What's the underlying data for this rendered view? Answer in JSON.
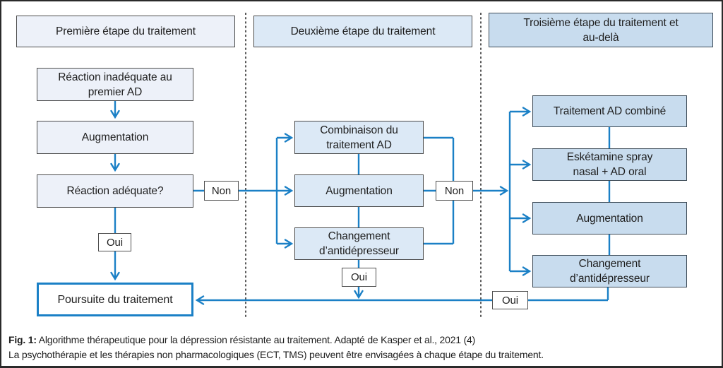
{
  "figure": {
    "caption_fig": "Fig. 1:",
    "caption_line1": "Algorithme thérapeutique pour la dépression résistante au traitement. Adapté de Kasper et al., 2021 (4)",
    "caption_line2": "La psychothérapie et les thérapies non pharmacologiques (ECT, TMS) peuvent être envisagées à chaque étape du traitement."
  },
  "columns": [
    {
      "header": "Première étape du traitement",
      "nodes": [
        "Réaction inadéquate au\npremier AD",
        "Augmentation",
        "Réaction adéquate?"
      ],
      "decision_yes": "Oui",
      "decision_no": "Non",
      "outcome": "Poursuite du traitement"
    },
    {
      "header": "Deuxième étape du traitement",
      "nodes": [
        "Combinaison du\ntraitement AD",
        "Augmentation",
        "Changement\nd’antidépresseur"
      ],
      "decision_yes": "Oui",
      "decision_no": "Non"
    },
    {
      "header": "Troisième étape du traitement et\nau-delà",
      "nodes": [
        "Traitement AD combiné",
        "Eskétamine spray\nnasal + AD oral",
        "Augmentation",
        "Changement\nd’antidépresseur"
      ],
      "decision_yes": "Oui"
    }
  ],
  "colors": {
    "arrow_blue": "#1b80c6",
    "col1_fill": "#edf1f9",
    "col2_fill": "#dce9f6",
    "col3_fill": "#c8dcee",
    "box_border": "#4b4b4b",
    "box_border_dark": "#3e4c58",
    "divider": "#3c3c3c",
    "text_color": "#1e1e1e"
  }
}
